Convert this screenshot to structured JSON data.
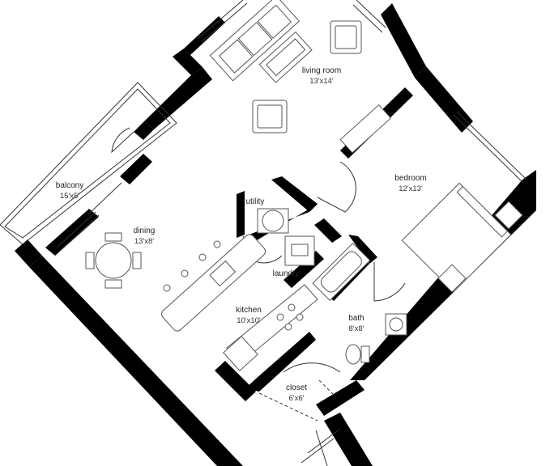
{
  "rooms": {
    "living_room": {
      "name": "living room",
      "size": "13'x14'"
    },
    "balcony": {
      "name": "balcony",
      "size": "15'x5'"
    },
    "bedroom": {
      "name": "bedroom",
      "size": "12'x13'"
    },
    "utility": {
      "name": "utility"
    },
    "dining": {
      "name": "dining",
      "size": "13'x8'"
    },
    "laundry": {
      "name": "laundry"
    },
    "kitchen": {
      "name": "kitchen",
      "size": "10'x10'"
    },
    "bath": {
      "name": "bath",
      "size": "8'x8'"
    },
    "closet": {
      "name": "closet",
      "size": "6'x6'"
    }
  }
}
